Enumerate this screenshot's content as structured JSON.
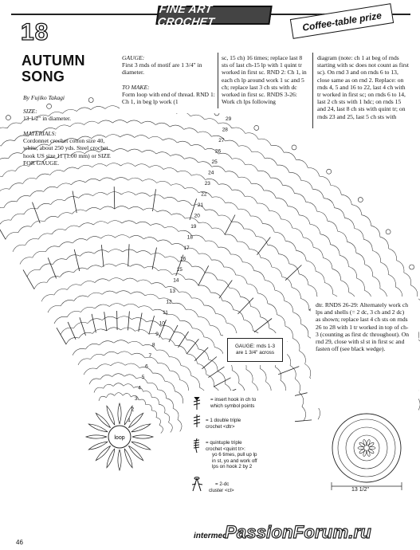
{
  "header": {
    "banner": "FINE ART CROCHET",
    "prize_label": "Coffee-table prize",
    "pattern_number": "18"
  },
  "pattern": {
    "title_line1": "AUTUMN",
    "title_line2": "SONG",
    "byline": "By Fujiko Takagi",
    "size_label": "SIZE:",
    "size_text": "13 1/2\" in diameter.",
    "materials_label": "MATERIALS:",
    "materials_text": "Cordonnet crochet cotton size 40, white, about 250 yds. Steel crochet hook US size 11 (1.00 mm) or SIZE FOR GAUGE."
  },
  "columns": {
    "gauge_label": "GAUGE:",
    "gauge_text": "First 3 rnds of motif are 1 3/4\" in diameter.",
    "tomake_label": "TO MAKE:",
    "tomake_text": "Form loop with end of thread. RND 1: Ch 1, in beg lp work (1",
    "col3_text": "sc, 15 ch) 16 times; replace last 8 sts of last ch-15 lp with 1 quint tr worked in first sc. RND 2: Ch 1, in each ch lp around work 1 sc and 5 ch; replace last 3 ch sts with dc worked in first sc. RNDS 3-26: Work ch lps following",
    "col4_text": "diagram (note: ch 1 at beg of rnds starting with sc does not count as first sc). On rnd 3 and on rnds 6 to 13, close same as on rnd 2. Replace: on rnds 4, 5 and 16 to 22, last 4 ch with tr worked in first sc; on rnds 6 to 14, last 2 ch sts with 1 hdc; on rnds 15 and 24, last 8 ch sts with quint tr; on rnds 23 and 25, last 5 ch sts with",
    "col5_text": "dtr. RNDS 26-29: Alternately work ch lps and shells (= 2 dc, 3 ch and 2 dc) as shown; replace last 4 ch sts on rnds 26 to 28 with 1 tr worked in top of ch-3 (counting as first dc throughout). On rnd 29, close with sl st in first sc and fasten off (see black wedge)."
  },
  "gauge_box": {
    "line1": "GAUGE: rnds 1-3",
    "line2": "are 1 3/4\" across"
  },
  "legend": {
    "insert_text_1": "= insert hook in ch to",
    "insert_text_2": "which symbol points",
    "dtr_text_1": "= 1 double triple",
    "dtr_text_2": "crochet <dtr>",
    "quint_text_1": "= quintuple triple",
    "quint_text_2": "crochet <quint tr>:",
    "quint_text_3": "yo 6 times, pull up lp",
    "quint_text_4": "in st, yo and work off",
    "quint_text_5": "lps on hook 2 by 2",
    "cluster_text_1": "= 2-dc",
    "cluster_text_2": "cluster <cl>"
  },
  "diagram": {
    "center_label": "loop",
    "round_numbers": [
      "1",
      "2",
      "3",
      "4",
      "5",
      "6",
      "7",
      "8",
      "9",
      "10",
      "11",
      "12",
      "13",
      "14",
      "15",
      "16",
      "17",
      "18",
      "19",
      "20",
      "21",
      "22",
      "23",
      "24",
      "25",
      "26",
      "27",
      "28",
      "29"
    ],
    "dimension_label": "13 1/2\""
  },
  "footer": {
    "page_number": "46",
    "brand": "intermed",
    "watermark": "PassionForum.ru"
  }
}
